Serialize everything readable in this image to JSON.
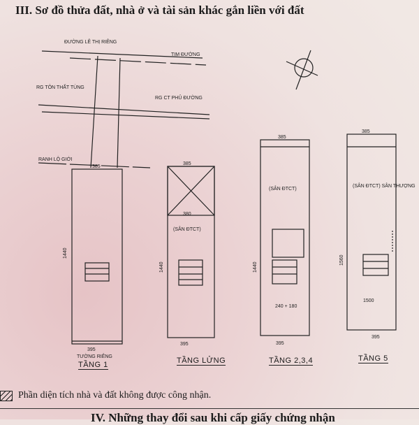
{
  "section_title": "III. Sơ đồ thửa đất, nhà ở và tài sản khác gắn liền với đất",
  "streets": {
    "main": "ĐƯỜNG LÊ THỊ RIÊNG",
    "centerline": "TIM ĐƯỜNG",
    "left": "RG TÔN THẤT TÙNG",
    "right": "RG CT PHỦ ĐƯỜNG",
    "boundary": "RANH LỘ GIỚI"
  },
  "floors": [
    {
      "label": "TẦNG 1",
      "width": "395",
      "top_width": "385",
      "depth": "1440",
      "note": "TƯỜNG RIÊNG"
    },
    {
      "label": "TẦNG LỬNG",
      "width": "395",
      "top_width": "385",
      "depth": "1440",
      "room": "(SÂN ĐTCT)",
      "inner_width": "380"
    },
    {
      "label": "TẦNG 2,3,4",
      "width": "395",
      "top_width": "385",
      "depth": "1440",
      "room": "(SÂN ĐTCT)",
      "dim": "240 + 180"
    },
    {
      "label": "TẦNG 5",
      "width": "395",
      "top_width": "385",
      "depth": "1560",
      "room": "(SÂN ĐTCT) SÂN THƯỢNG",
      "dim": "1500"
    }
  ],
  "legend": "Phần diện tích nhà và đất không được công nhận.",
  "next_section": "IV. Những thay đổi sau khi cấp giấy chứng nhận"
}
